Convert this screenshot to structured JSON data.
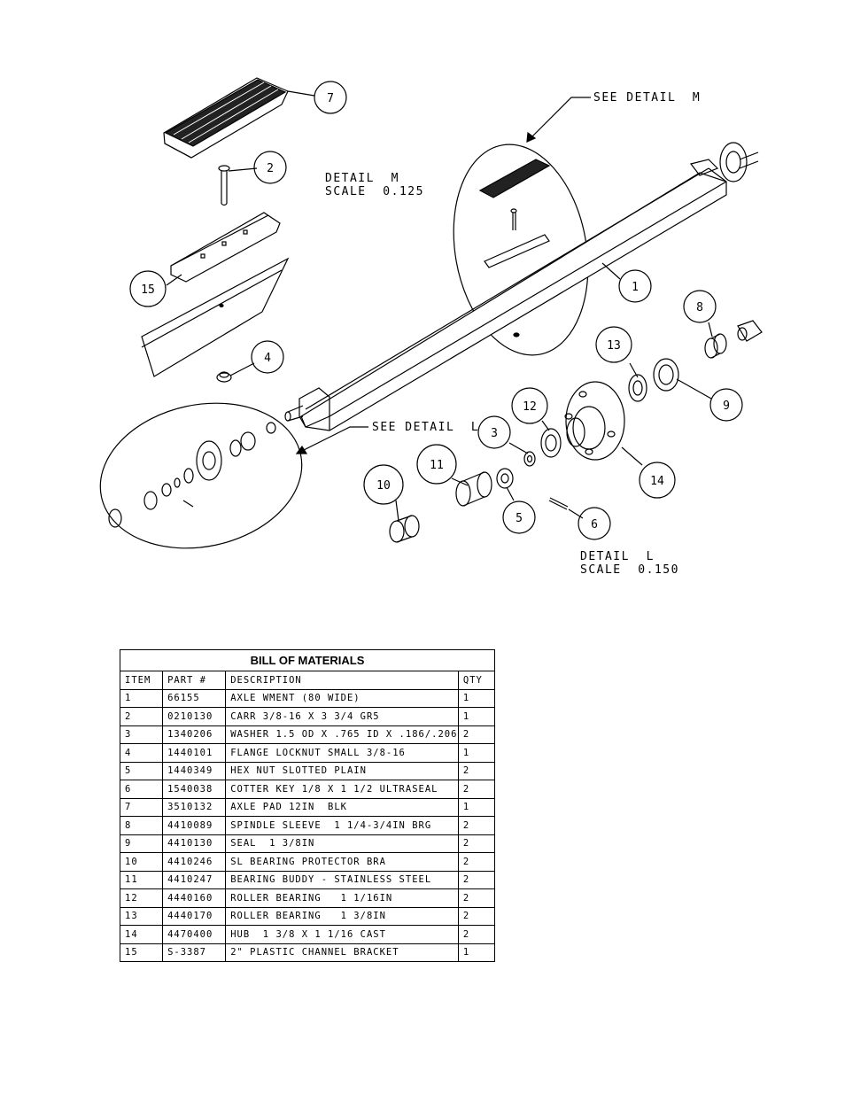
{
  "callouts": {
    "see_detail_m": "SEE DETAIL  M",
    "see_detail_l": "SEE DETAIL  L",
    "detail_m_line1": "DETAIL  M",
    "detail_m_line2": "SCALE  0.125",
    "detail_l_line1": "DETAIL  L",
    "detail_l_line2": "SCALE  0.150"
  },
  "balloons": [
    "7",
    "2",
    "15",
    "4",
    "1",
    "8",
    "13",
    "9",
    "12",
    "3",
    "14",
    "11",
    "10",
    "5",
    "6"
  ],
  "bom": {
    "title": "BILL OF MATERIALS",
    "headers": [
      "ITEM",
      "PART #",
      "DESCRIPTION",
      "QTY"
    ],
    "rows": [
      [
        "1",
        "66155",
        "AXLE WMENT (80 WIDE)",
        "1"
      ],
      [
        "2",
        "0210130",
        "CARR 3/8-16 X 3 3/4 GR5",
        "1"
      ],
      [
        "3",
        "1340206",
        "WASHER 1.5 OD X .765 ID X .186/.206",
        "2"
      ],
      [
        "4",
        "1440101",
        "FLANGE LOCKNUT SMALL 3/8-16",
        "1"
      ],
      [
        "5",
        "1440349",
        "HEX NUT SLOTTED PLAIN",
        "2"
      ],
      [
        "6",
        "1540038",
        "COTTER KEY 1/8 X 1 1/2 ULTRASEAL",
        "2"
      ],
      [
        "7",
        "3510132",
        "AXLE PAD 12IN  BLK",
        "1"
      ],
      [
        "8",
        "4410089",
        "SPINDLE SLEEVE  1 1/4-3/4IN BRG",
        "2"
      ],
      [
        "9",
        "4410130",
        "SEAL  1 3/8IN",
        "2"
      ],
      [
        "10",
        "4410246",
        "SL BEARING PROTECTOR BRA",
        "2"
      ],
      [
        "11",
        "4410247",
        "BEARING BUDDY - STAINLESS STEEL",
        "2"
      ],
      [
        "12",
        "4440160",
        "ROLLER BEARING   1 1/16IN",
        "2"
      ],
      [
        "13",
        "4440170",
        "ROLLER BEARING   1 3/8IN",
        "2"
      ],
      [
        "14",
        "4470400",
        "HUB  1 3/8 X 1 1/16 CAST",
        "2"
      ],
      [
        "15",
        "S-3387",
        "2\" PLASTIC CHANNEL BRACKET",
        "1"
      ]
    ]
  }
}
